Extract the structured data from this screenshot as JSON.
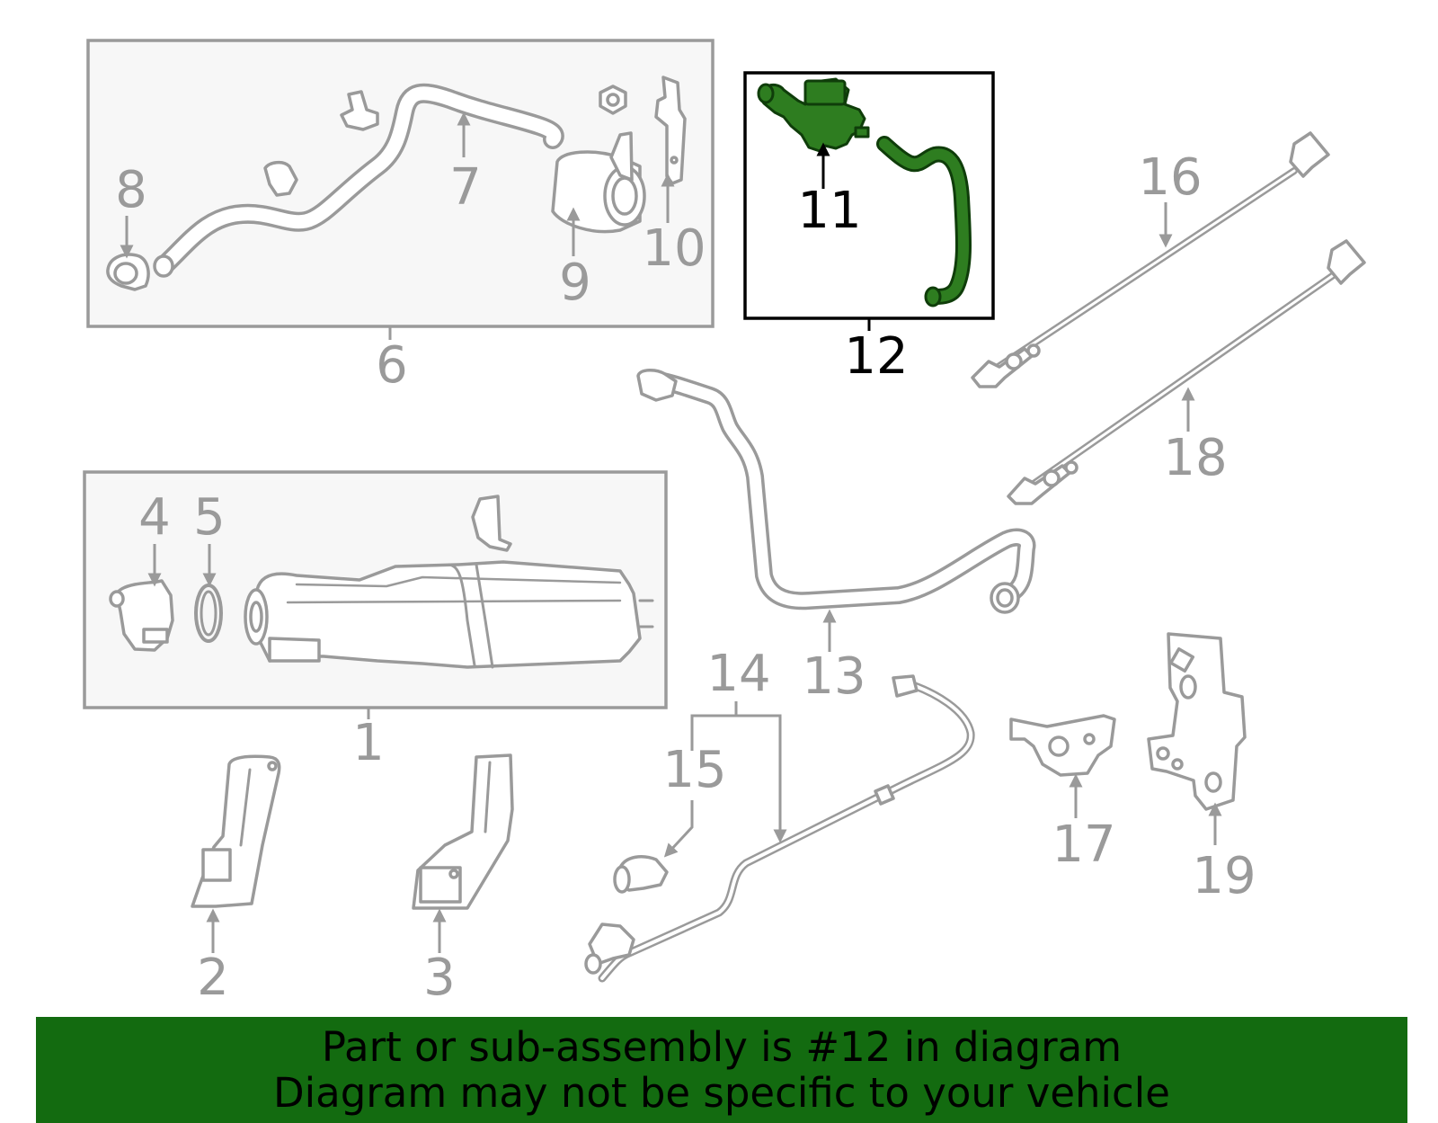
{
  "callouts": {
    "c1": "1",
    "c2": "2",
    "c3": "3",
    "c4": "4",
    "c5": "5",
    "c6": "6",
    "c7": "7",
    "c8": "8",
    "c9": "9",
    "c10": "10",
    "c11": "11",
    "c12": "12",
    "c13": "13",
    "c14": "14",
    "c15": "15",
    "c16": "16",
    "c17": "17",
    "c18": "18",
    "c19": "19"
  },
  "highlight": {
    "part_number": "12",
    "color": "#2e7d20"
  },
  "colors": {
    "footer_bg": "#136b10",
    "line_gray": "#9a9a9a",
    "box_bg": "#f7f7f7"
  },
  "footer": {
    "line1": "Part or sub-assembly is #12 in diagram",
    "line2": "Diagram may not be specific to your vehicle"
  }
}
